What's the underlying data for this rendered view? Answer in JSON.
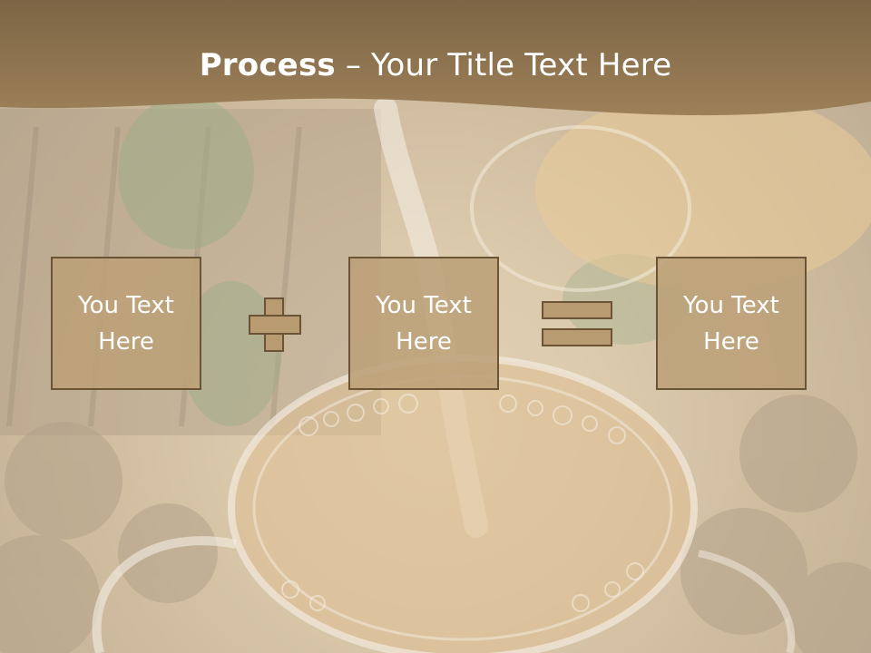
{
  "slide": {
    "title_bold": "Process",
    "title_rest": " – Your Title Text Here"
  },
  "boxes": [
    {
      "text": "You Text\nHere"
    },
    {
      "text": "You Text\nHere"
    },
    {
      "text": "You Text\nHere"
    }
  ],
  "operators": [
    "plus-icon",
    "equals-icon"
  ],
  "colors": {
    "header": "#8f7550",
    "box_fill": "#bca078",
    "box_border": "#6b5436",
    "text": "#ffffff"
  }
}
